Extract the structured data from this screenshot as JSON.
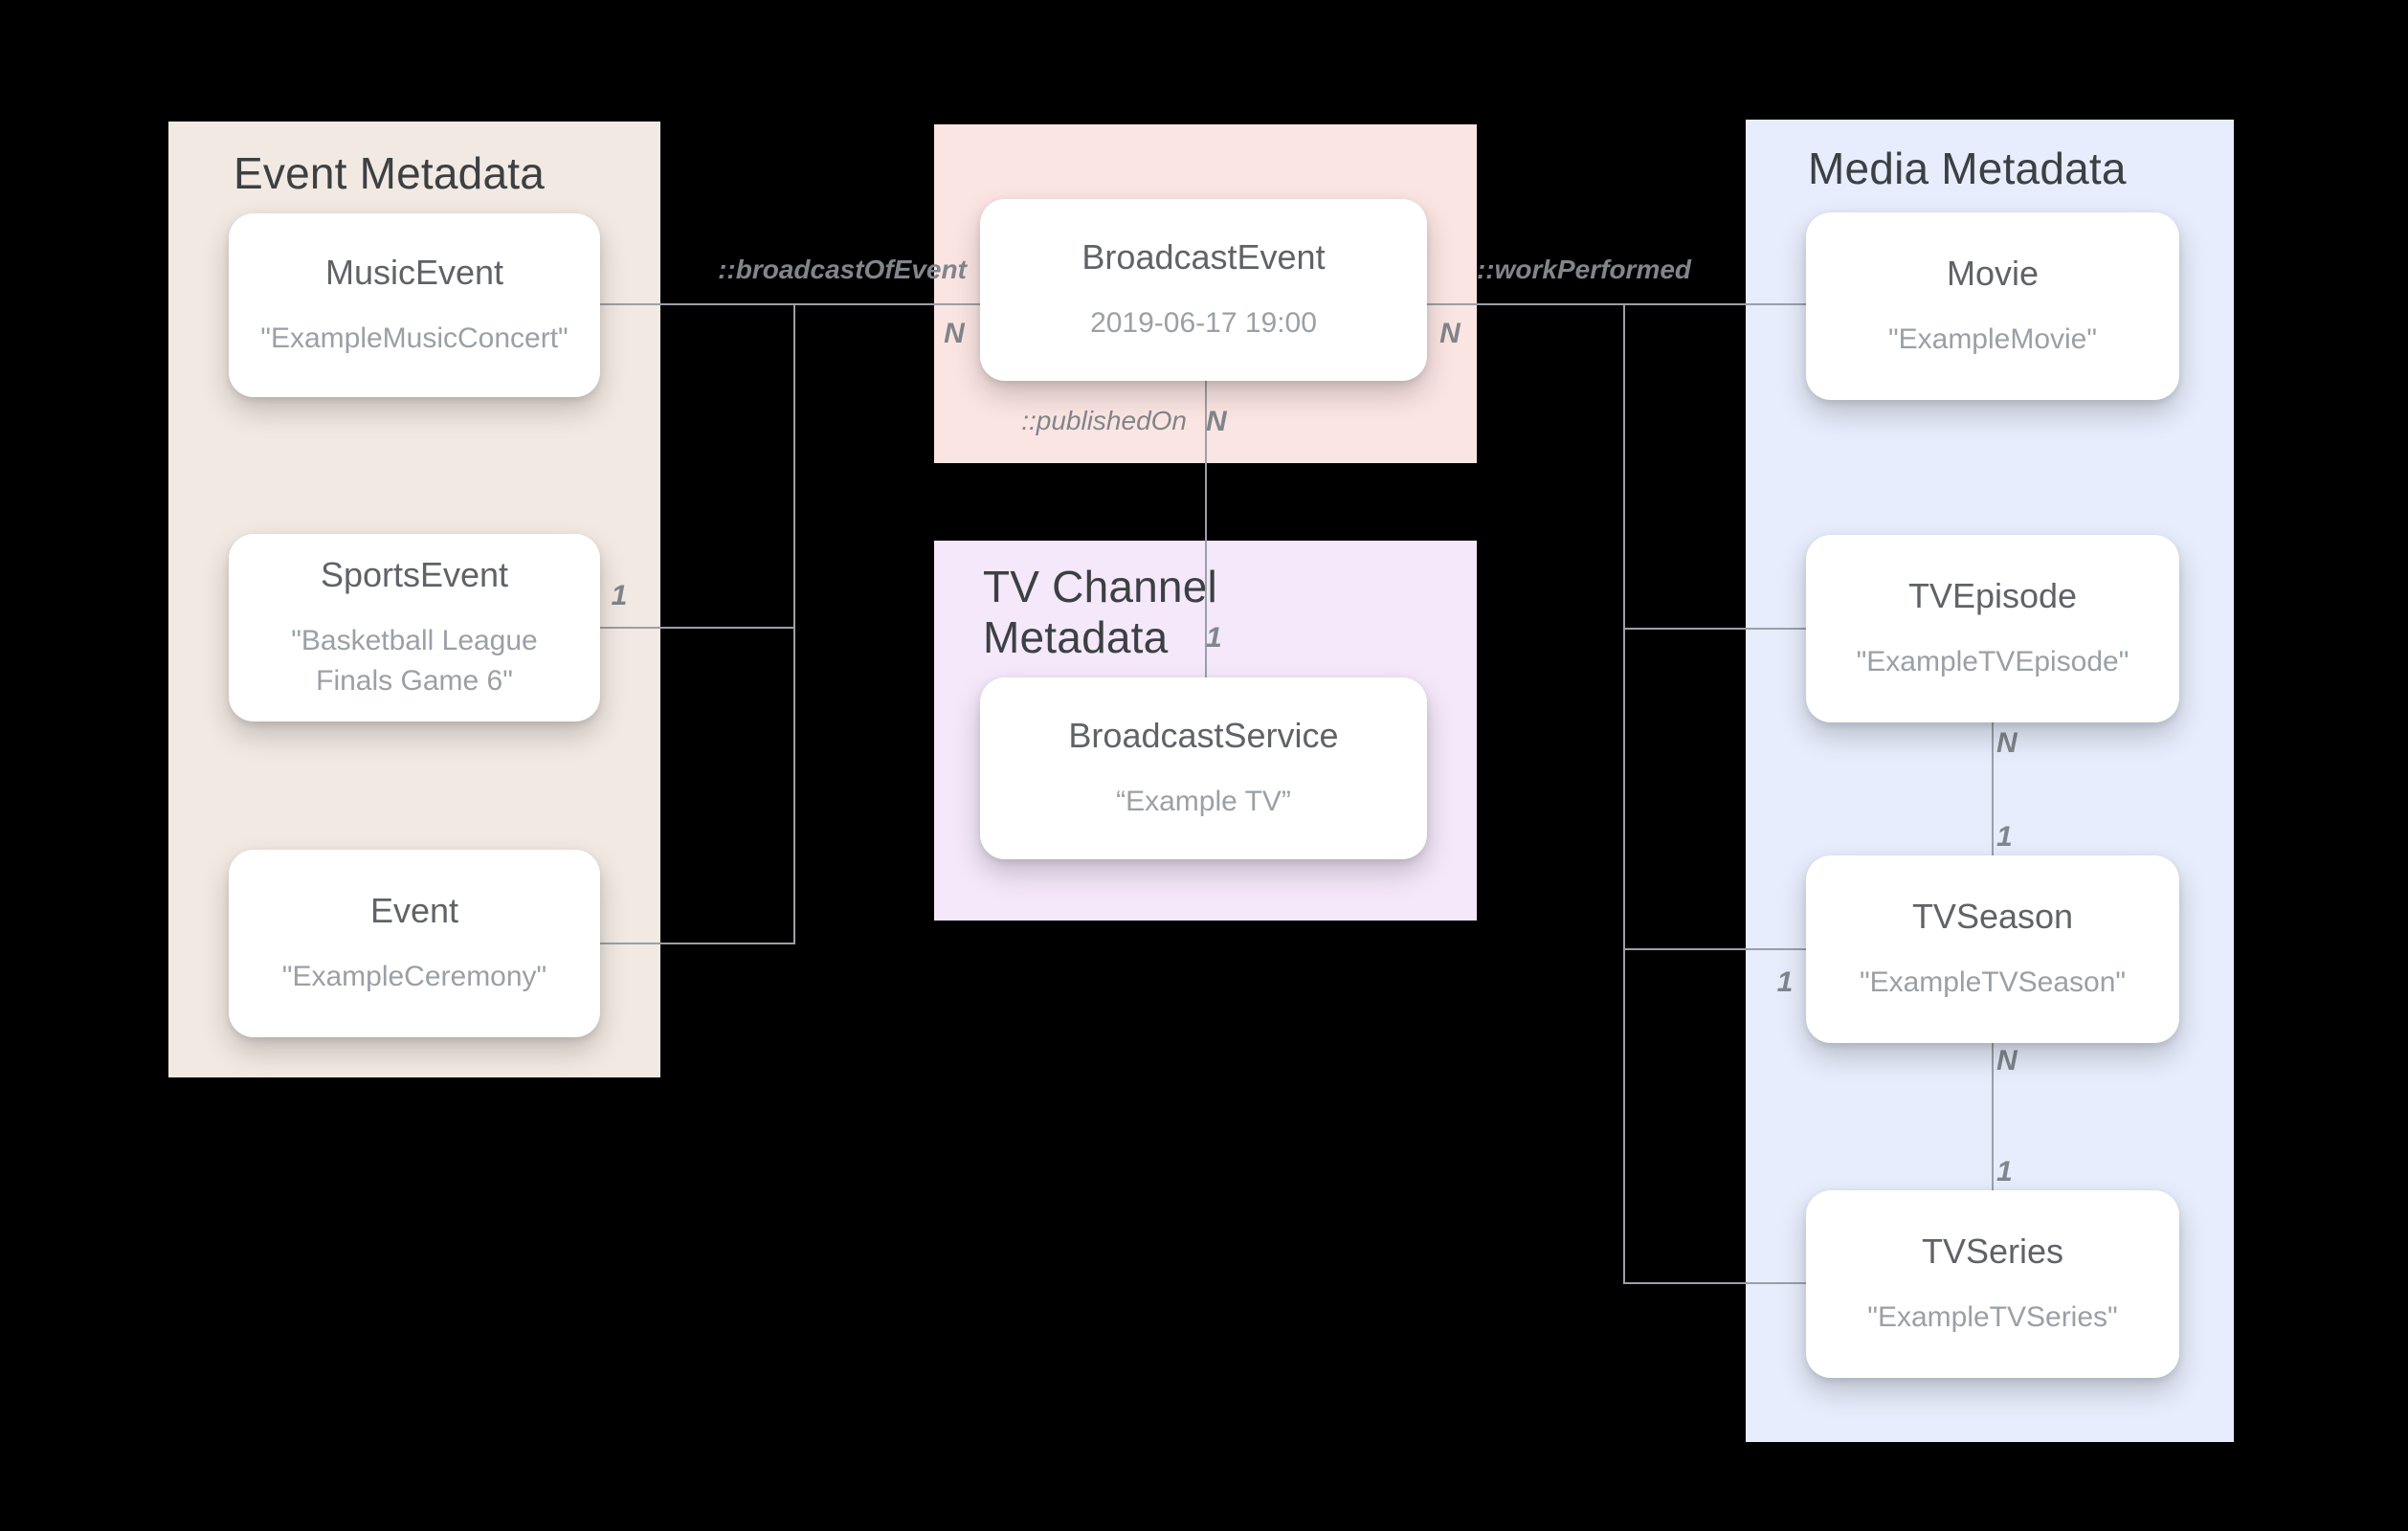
{
  "diagram": {
    "panels": {
      "event": {
        "title": "Event Metadata"
      },
      "tv_channel": {
        "title": "TV Channel\nMetadata"
      },
      "media": {
        "title": "Media Metadata"
      }
    },
    "nodes": {
      "music_event": {
        "title": "MusicEvent",
        "subtitle": "\"ExampleMusicConcert\""
      },
      "sports_event": {
        "title": "SportsEvent",
        "subtitle": "\"Basketball League Finals Game 6\""
      },
      "event": {
        "title": "Event",
        "subtitle": "\"ExampleCeremony\""
      },
      "broadcast_event": {
        "title": "BroadcastEvent",
        "subtitle": "2019-06-17 19:00"
      },
      "broadcast_service": {
        "title": "BroadcastService",
        "subtitle": "“Example TV”"
      },
      "movie": {
        "title": "Movie",
        "subtitle": "\"ExampleMovie\""
      },
      "tv_episode": {
        "title": "TVEpisode",
        "subtitle": "\"ExampleTVEpisode\""
      },
      "tv_season": {
        "title": "TVSeason",
        "subtitle": "\"ExampleTVSeason\""
      },
      "tv_series": {
        "title": "TVSeries",
        "subtitle": "\"ExampleTVSeries\""
      }
    },
    "relations": {
      "broadcast_of_event": {
        "label": "::broadcastOfEvent"
      },
      "published_on": {
        "label": "::publishedOn"
      },
      "work_performed": {
        "label": "::workPerformed"
      }
    },
    "cardinalities": {
      "broadcast_event_left": "N",
      "broadcast_event_right": "N",
      "published_on": "N",
      "broadcast_service": "1",
      "sports_event": "1",
      "tv_season_branch": "1",
      "episode_to_season_n": "N",
      "episode_to_season_1": "1",
      "season_to_series_n": "N",
      "season_to_series_1": "1"
    },
    "colors": {
      "background": "#000000",
      "event_panel": "#F2E9E2",
      "broadcast_panel": "#FBE5E3",
      "tv_channel_panel": "#F4E8FA",
      "media_panel": "#E7EDFC",
      "node_background": "#FFFFFF",
      "node_title": "#5F6368",
      "node_subtitle": "#9AA0A6",
      "panel_title": "#3C4043",
      "connector": "#9AA0A6",
      "label": "#80868B"
    }
  }
}
